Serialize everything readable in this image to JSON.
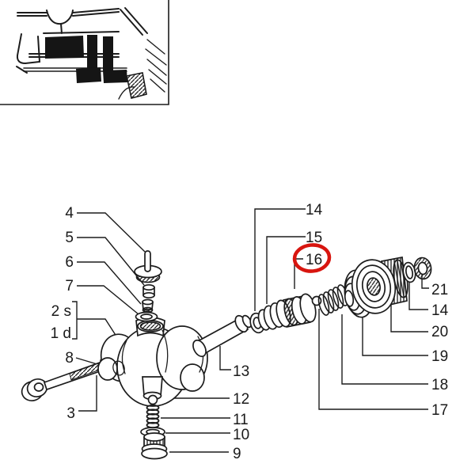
{
  "figure": {
    "type": "exploded-parts-diagram",
    "background": "#ffffff",
    "ink": "#1c1c1c",
    "highlight": {
      "circled_label": "16",
      "color": "#d8150f"
    }
  },
  "inset": {
    "name": "pedal-area-location-thumbnail"
  },
  "callouts": {
    "c4": "4",
    "c5": "5",
    "c6": "6",
    "c7": "7",
    "c2s": "2 s",
    "c1d": "1 d",
    "c8": "8",
    "c3": "3",
    "c14a": "14",
    "c15": "15",
    "c16": "16",
    "c13": "13",
    "c12": "12",
    "c11": "11",
    "c10": "10",
    "c9": "9",
    "c21": "21",
    "c14b": "14",
    "c20": "20",
    "c19": "19",
    "c18": "18",
    "c17": "17"
  }
}
